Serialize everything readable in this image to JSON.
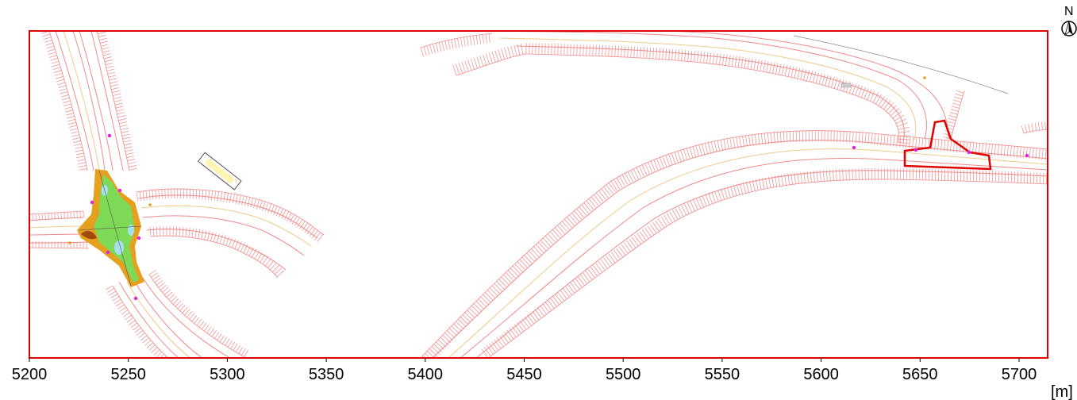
{
  "map": {
    "frame_color": "#e00000",
    "road_outer_color": "#f08a8a",
    "road_inner_color": "#f2c98a",
    "highlight_color": "#e00000",
    "marker_color": "#e020e0",
    "marker_small_color": "#e0a020",
    "area_green": "#7ed957",
    "area_orange": "#e6a020",
    "area_brown": "#a04a10",
    "area_lightblue": "#a8e0f0"
  },
  "north_arrow": {
    "label": "N",
    "icon": "north-arrow-icon"
  },
  "x_axis": {
    "unit": "[m]",
    "ticks": [
      "5200",
      "5250",
      "5300",
      "5350",
      "5400",
      "5450",
      "5500",
      "5550",
      "5600",
      "5650",
      "5700"
    ]
  }
}
